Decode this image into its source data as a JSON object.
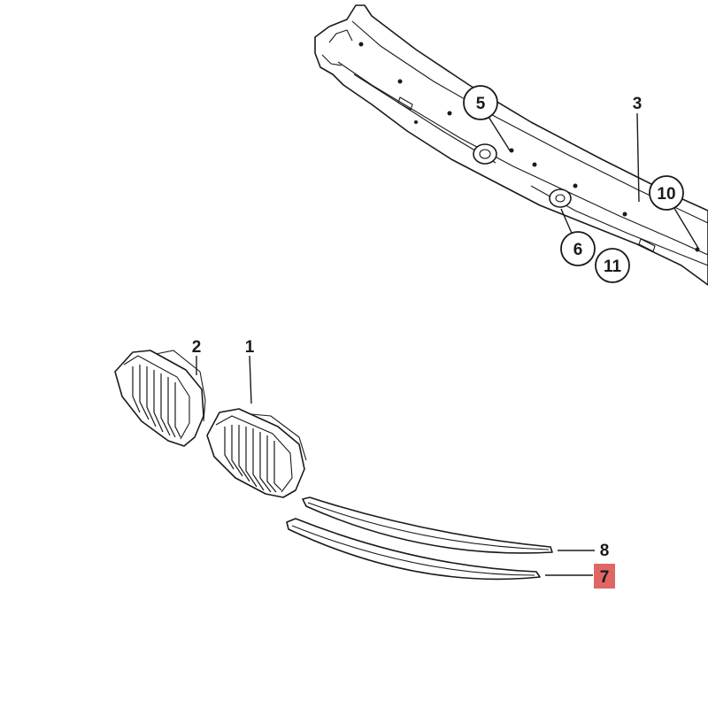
{
  "diagram": {
    "callouts": [
      {
        "id": "c5",
        "label": "5",
        "style": "circle"
      },
      {
        "id": "c3",
        "label": "3",
        "style": "plain"
      },
      {
        "id": "c10",
        "label": "10",
        "style": "circle"
      },
      {
        "id": "c6",
        "label": "6",
        "style": "circle"
      },
      {
        "id": "c11",
        "label": "11",
        "style": "circle"
      },
      {
        "id": "c2",
        "label": "2",
        "style": "plain"
      },
      {
        "id": "c1",
        "label": "1",
        "style": "plain"
      },
      {
        "id": "c8",
        "label": "8",
        "style": "plain"
      },
      {
        "id": "c7",
        "label": "7",
        "style": "highlighted"
      }
    ],
    "highlight_color": "#e06666"
  }
}
